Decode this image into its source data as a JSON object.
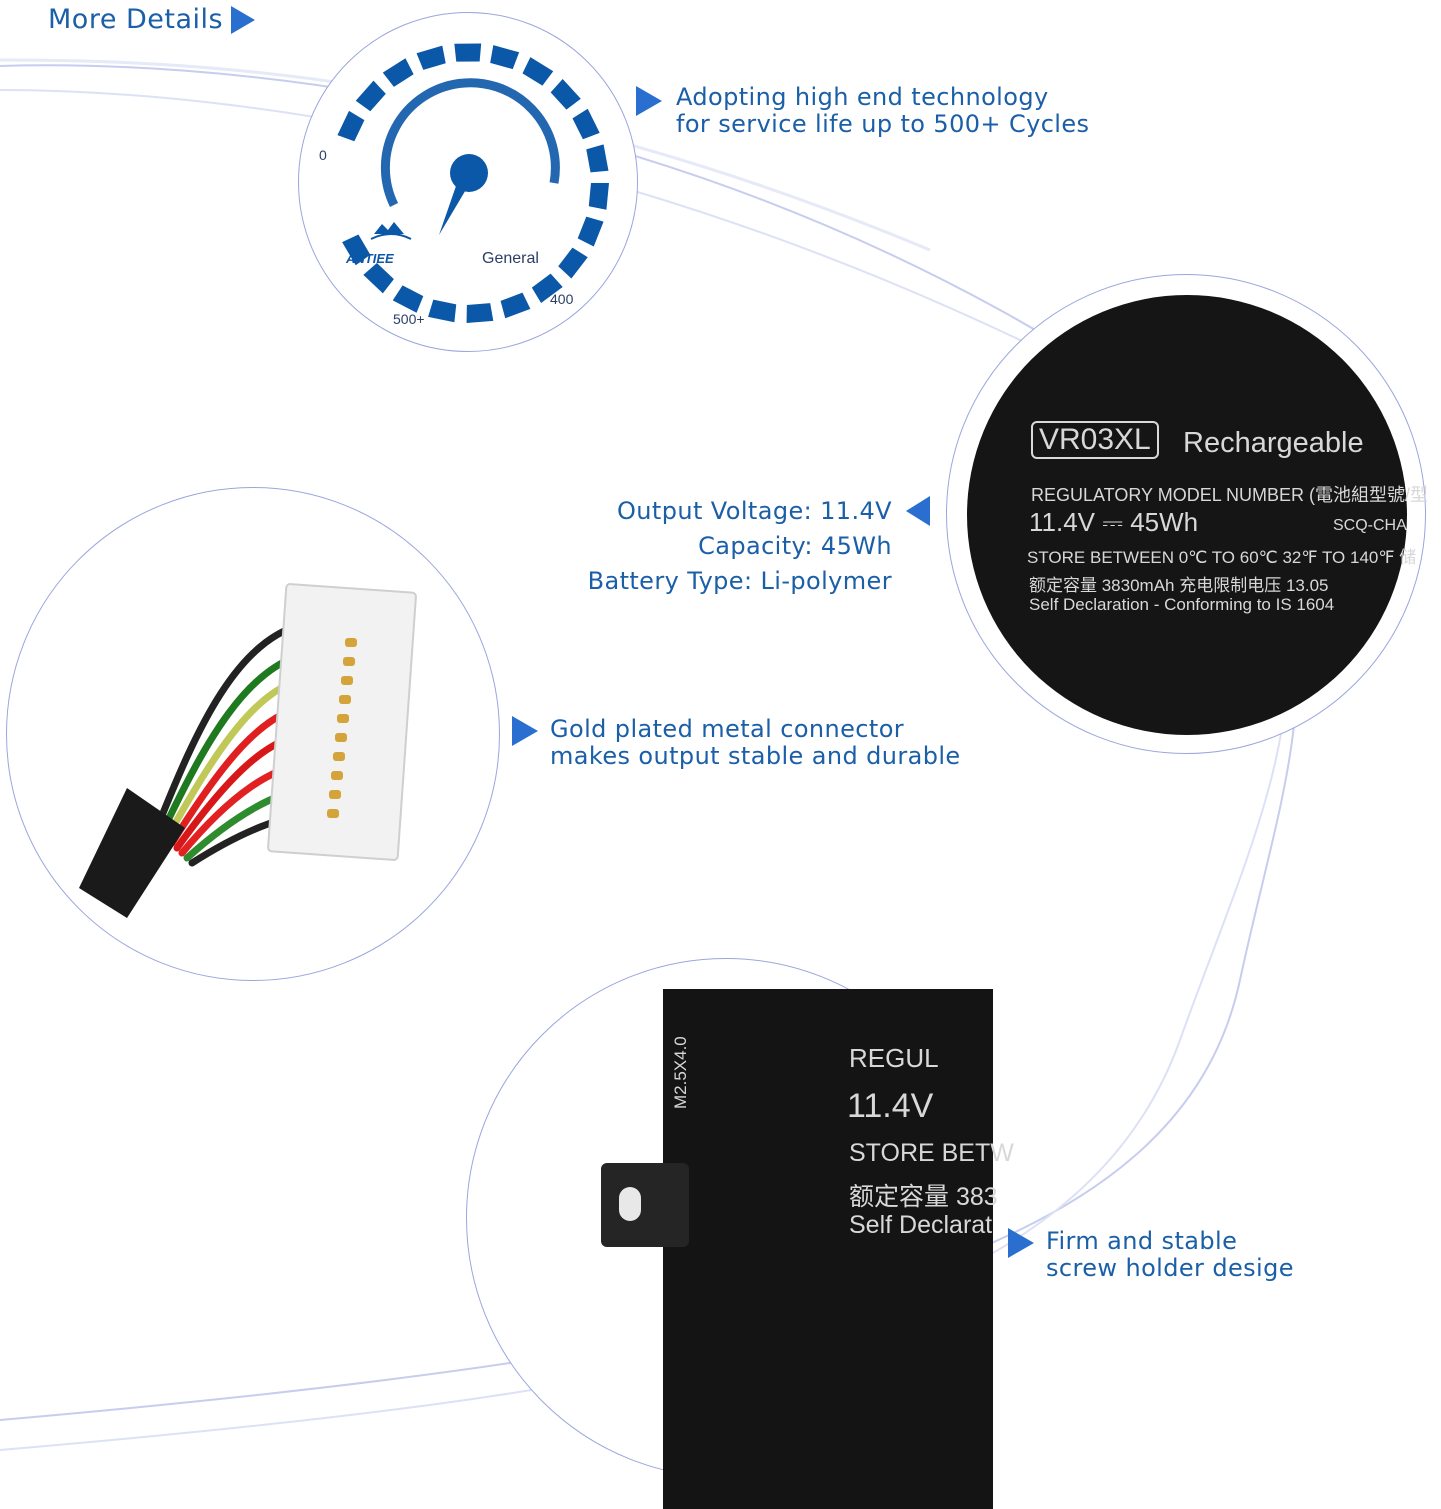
{
  "header": {
    "title": "More Details"
  },
  "colors": {
    "accent": "#2a6fd0",
    "text": "#1a5fa8",
    "gauge": "#0b57a8"
  },
  "features": {
    "cycles": {
      "line1": "Adopting high end technology",
      "line2": "for service life up to 500+ Cycles"
    },
    "specs": {
      "voltage": "Output Voltage: 11.4V",
      "capacity": "Capacity: 45Wh",
      "type": "Battery Type: Li-polymer"
    },
    "connector": {
      "line1": "Gold plated metal connector",
      "line2": "makes output stable and durable"
    },
    "holder": {
      "line1": "Firm and stable",
      "line2": "screw holder desige"
    }
  },
  "gauge": {
    "min_label": "0",
    "mid_label": "400",
    "max_label": "500+",
    "needle_label": "General",
    "brand": "ANTIEE"
  },
  "label_top": {
    "model": "VR03XL",
    "title": "Rechargeable",
    "line_regulatory": "REGULATORY MODEL NUMBER (電池組型號/型",
    "line_rating": "11.4V ⎓ 45Wh",
    "line_code": "SCQ-CHA",
    "line_store": "STORE BETWEEN 0℃ TO 60℃  32℉ TO 140℉ 储",
    "line_capacity": "额定容量 3830mAh  充电限制电压 13.05",
    "line_decl": "Self Declaration - Conforming to IS 1604"
  },
  "label_bottom": {
    "screw": "M2.5X4.0",
    "l1": "REGUL",
    "l2": "11.4V",
    "l3": "STORE BETW",
    "l4": "额定容量 383",
    "l5": "Self Declarat"
  }
}
